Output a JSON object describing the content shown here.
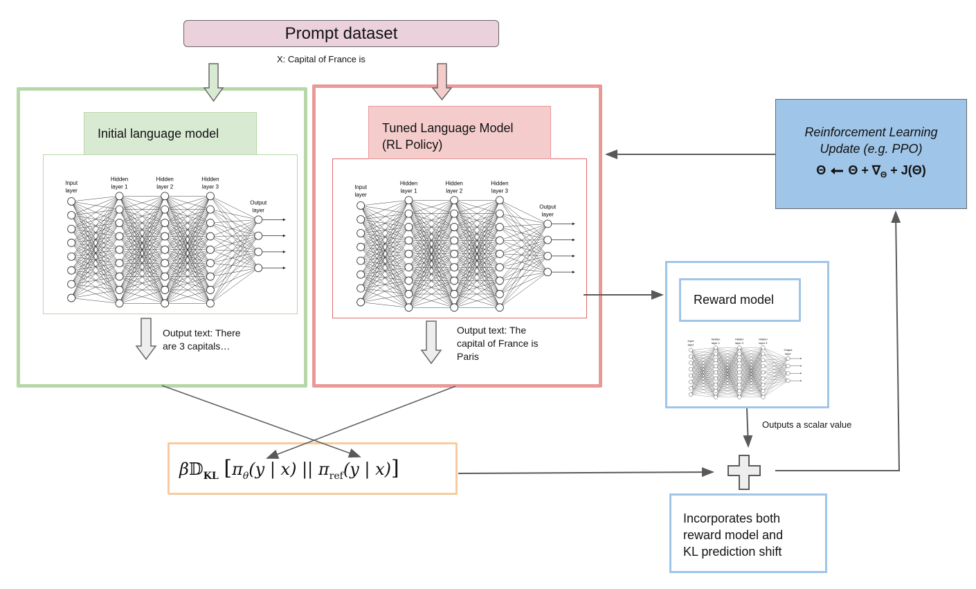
{
  "prompt_dataset": {
    "label": "Prompt dataset",
    "example_input": "X: Capital of France is"
  },
  "initial_model": {
    "title": "Initial language model",
    "output_text": "Output text: There are 3 capitals…",
    "output_lines": [
      "Output text: There",
      "are 3 capitals…"
    ]
  },
  "tuned_model": {
    "title_lines": [
      "Tuned Language Model",
      "(RL Policy)"
    ],
    "output_lines": [
      "Output text: The",
      "capital of France is",
      "Paris"
    ]
  },
  "neural_net": {
    "layer_labels": [
      [
        "Input",
        "layer"
      ],
      [
        "Hidden",
        "layer 1"
      ],
      [
        "Hidden",
        "layer 2"
      ],
      [
        "Hidden",
        "layer 3"
      ],
      [
        "Output",
        "layer"
      ]
    ],
    "layer_sizes": [
      8,
      9,
      9,
      9,
      4
    ]
  },
  "reward_model": {
    "title": "Reward model",
    "output_label": "Outputs a scalar value"
  },
  "rl_update": {
    "title_lines": [
      "Reinforcement Learning",
      "Update (e.g. PPO)"
    ],
    "formula": {
      "lhs": "Θ",
      "arrow": "🡐",
      "rhs": "Θ + ",
      "grad": "∇",
      "grad_sub": "Θ",
      "tail": " + J(Θ)"
    }
  },
  "kl_penalty": {
    "beta": "β",
    "D": "𝔻",
    "D_sub": "KL",
    "open": "[",
    "pi1": "π",
    "pi1_sub": "θ",
    "arg1": "(y | x)",
    "sep": " || ",
    "pi2": "π",
    "pi2_sub": "ref",
    "arg2": "(y | x)",
    "close": "]"
  },
  "combine": {
    "symbol": "plus-icon",
    "description_lines": [
      "Incorporates both",
      "reward model and",
      "KL prediction shift"
    ]
  },
  "colors": {
    "green_border": "#b6d7a8",
    "green_fill": "#d9ead3",
    "red_border": "#ea9999",
    "red_fill": "#f4cccc",
    "blue_border": "#9fc5e8",
    "blue_fill": "#9fc5e8",
    "orange_border": "#f9cb9c",
    "prompt_fill": "#ead1dc",
    "arrow": "#595959"
  }
}
